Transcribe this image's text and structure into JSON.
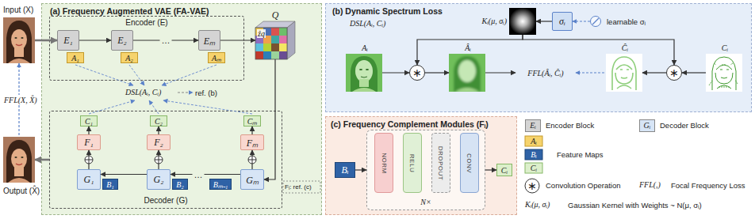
{
  "diagram": {
    "nodes": [
      {
        "text": [
          "Input (X)"
        ]
      },
      {
        "text": [
          "Output (X̂)"
        ]
      },
      {
        "text": [
          "(a) Frequency Augmented VAE (FA-VAE)"
        ]
      },
      {
        "text": [
          "Encoder (E)"
        ],
        "in": 2
      },
      {
        "text": [
          "E₁"
        ],
        "in": 3
      },
      {
        "text": [
          "A₁"
        ],
        "in": 3
      },
      {
        "text": [
          "E₂"
        ],
        "in": 3
      },
      {
        "text": [
          "A₂"
        ],
        "in": 3
      },
      {
        "text": [
          "Eₘ"
        ],
        "in": 3
      },
      {
        "text": [
          "Aₘ"
        ],
        "in": 3
      },
      {
        "text": [
          "Q",
          "ẑq"
        ],
        "in": 2
      },
      {
        "text": [
          "Decoder (G)"
        ],
        "in": 2
      },
      {
        "text": [
          "C₁"
        ],
        "in": 11
      },
      {
        "text": [
          "F₁"
        ],
        "in": 11
      },
      {
        "text": [
          "G₁"
        ],
        "in": 11
      },
      {
        "text": [
          "B₁"
        ],
        "in": 11
      },
      {
        "text": [
          "C₂"
        ],
        "in": 11
      },
      {
        "text": [
          "F₂"
        ],
        "in": 11
      },
      {
        "text": [
          "G₂"
        ],
        "in": 11
      },
      {
        "text": [
          "B₂"
        ],
        "in": 11
      },
      {
        "text": [
          "Cₘ"
        ],
        "in": 11
      },
      {
        "text": [
          "Fₘ"
        ],
        "in": 11
      },
      {
        "text": [
          "Gₘ"
        ],
        "in": 11
      },
      {
        "text": [
          "Bₘ₋₁"
        ],
        "in": 11
      },
      {
        "text": [
          "(b) Dynamic Spectrum Loss",
          "DSL(Aᵢ, Cᵢ)"
        ]
      },
      {
        "text": [
          "Kᵢ(μ, σᵢ)"
        ],
        "in": 24
      },
      {
        "text": [
          "σᵢ"
        ],
        "in": 24
      },
      {
        "text": [
          "learnable σᵢ"
        ],
        "in": 24
      },
      {
        "text": [
          "Aᵢ"
        ],
        "in": 24
      },
      {
        "text": [
          "∗"
        ],
        "in": 24
      },
      {
        "text": [
          "Âᵢ"
        ],
        "in": 24
      },
      {
        "text": [
          "Ĉᵢ"
        ],
        "in": 24
      },
      {
        "text": [
          "∗"
        ],
        "in": 24
      },
      {
        "text": [
          "Cᵢ"
        ],
        "in": 24
      },
      {
        "text": [
          "(c) Frequency Complement Modules (Fᵢ)"
        ]
      },
      {
        "text": [
          "Bᵢ"
        ],
        "in": 34
      },
      {
        "text": [
          "N×"
        ],
        "in": 34
      },
      {
        "text": [
          "NORM"
        ],
        "in": 36
      },
      {
        "text": [
          "RELU"
        ],
        "in": 36
      },
      {
        "text": [
          "DROPOUT"
        ],
        "in": 36
      },
      {
        "text": [
          "CONV"
        ],
        "in": 36
      },
      {
        "text": [
          "Cᵢ"
        ],
        "in": 34
      }
    ],
    "edges": [
      {
        "from": 0,
        "to": 4,
        "arrow": "to"
      },
      {
        "from": 4,
        "to": 6,
        "arrow": "to"
      },
      {
        "from": 6,
        "to": 8,
        "arrow": "to"
      },
      {
        "from": 8,
        "to": 10,
        "arrow": "to"
      },
      {
        "from": 10,
        "to": 22,
        "arrow": "to"
      },
      {
        "from": 22,
        "to": 18,
        "arrow": "to"
      },
      {
        "from": 18,
        "to": 14,
        "arrow": "to"
      },
      {
        "from": 14,
        "to": 13,
        "arrow": "to"
      },
      {
        "from": 13,
        "to": 12,
        "arrow": "to"
      },
      {
        "from": 18,
        "to": 17,
        "arrow": "to"
      },
      {
        "from": 17,
        "to": 16,
        "arrow": "to"
      },
      {
        "from": 22,
        "to": 21,
        "arrow": "to"
      },
      {
        "from": 21,
        "to": 20,
        "arrow": "to"
      },
      {
        "from": 11,
        "to": 1,
        "arrow": "to"
      },
      {
        "from": 28,
        "to": 29,
        "arrow": "to"
      },
      {
        "from": 29,
        "to": 30,
        "arrow": "to"
      },
      {
        "from": 33,
        "to": 32,
        "arrow": "to"
      },
      {
        "from": 32,
        "to": 31,
        "arrow": "to"
      },
      {
        "from": 25,
        "to": 29,
        "arrow": "to"
      },
      {
        "from": 25,
        "to": 32,
        "arrow": "to"
      },
      {
        "from": 26,
        "to": 25,
        "arrow": "to"
      },
      {
        "from": 27,
        "to": 26,
        "arrow": "to"
      },
      {
        "from": 35,
        "to": 36,
        "arrow": "to"
      },
      {
        "from": 36,
        "to": 41,
        "arrow": "to"
      },
      {
        "from": 1,
        "to": 0,
        "label": "FFL(X, X̂)",
        "arrow": "to"
      }
    ],
    "labels": [
      "DSL(Aᵢ, Cᵢ)",
      "ref. (b)",
      "…",
      "…",
      "Fᵢ: ref. (c)",
      "FFL(Âᵢ, Ĉᵢ)",
      "Eᵢ",
      "Gᵢ",
      "Aᵢ",
      "Bᵢ",
      "Cᵢ",
      "∗",
      "FFL(,)",
      "Kᵢ(μ, σᵢ)"
    ],
    "legend": [
      {
        "text": "Encoder Block",
        "color": "#d4d4d4"
      },
      {
        "text": "Decoder Block",
        "color": "#d7e5f6"
      },
      {
        "text": "Feature Maps"
      },
      {
        "text": "Convolution Operation"
      },
      {
        "text": "Focal Frequency Loss"
      },
      {
        "text": "Gaussian Kernel with Weights ~ N(μ, σᵢ)"
      }
    ]
  }
}
